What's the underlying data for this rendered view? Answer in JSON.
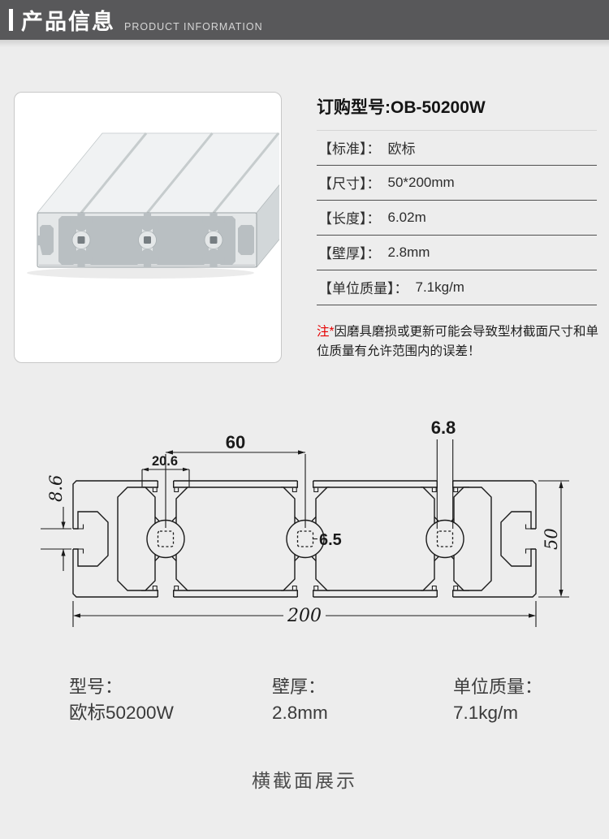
{
  "header": {
    "title": "产品信息",
    "subtitle": "PRODUCT INFORMATION"
  },
  "specs": {
    "title": "订购型号:OB-50200W",
    "rows": [
      {
        "label": "【标准】：",
        "value": "欧标"
      },
      {
        "label": "【尺寸】：",
        "value": "50*200mm"
      },
      {
        "label": "【长度】：",
        "value": "6.02m"
      },
      {
        "label": "【壁厚】：",
        "value": "2.8mm"
      },
      {
        "label": "【单位质量】：",
        "value": "7.1kg/m"
      }
    ],
    "note_prefix": "注*",
    "note_text": "因磨具磨损或更新可能会导致型材截面尺寸和单位质量有允许范围内的误差！"
  },
  "drawing": {
    "dim_60": "60",
    "dim_20_6": "20.6",
    "dim_6_8": "6.8",
    "dim_8_6": "8.6",
    "dim_6_5": "6.5",
    "dim_50": "50",
    "dim_200": "200"
  },
  "footer": {
    "cols": [
      {
        "label": "型号：",
        "value": "欧标50200W"
      },
      {
        "label": "壁厚：",
        "value": "2.8mm"
      },
      {
        "label": "单位质量：",
        "value": "7.1kg/m"
      }
    ],
    "caption": "横截面展示"
  },
  "colors": {
    "header_bg": "#58585a",
    "note_red": "#e60000",
    "line": "#1a1a1a",
    "page_bg": "#ededed"
  }
}
